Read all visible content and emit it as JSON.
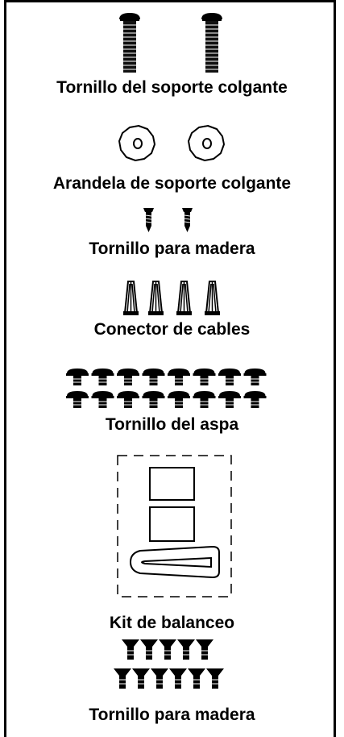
{
  "parts": [
    {
      "label": "Tornillo del soporte colgante"
    },
    {
      "label": "Arandela de soporte colgante"
    },
    {
      "label": "Tornillo para madera"
    },
    {
      "label": "Conector de cables"
    },
    {
      "label": "Tornillo del aspa"
    },
    {
      "label": "Kit de balanceo"
    },
    {
      "label": "Tornillo para madera"
    }
  ],
  "quantities": {
    "hanger_bolts": 2,
    "hanger_washers": 2,
    "wood_screws_small": 2,
    "wire_connectors": 4,
    "blade_screws": 16,
    "balance_kit_weights": 2,
    "balance_kit_clip": 1,
    "wood_screws_large": 11
  }
}
